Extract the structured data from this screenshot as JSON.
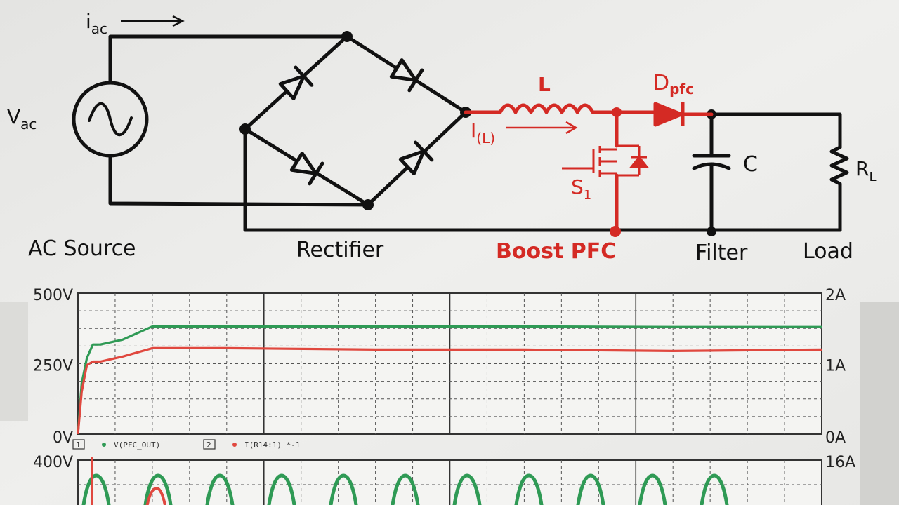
{
  "colors": {
    "wire": "#111111",
    "boost": "#d42a24",
    "green_trace": "#2f9a55",
    "red_trace": "#e0483f",
    "grid": "#333333",
    "paper": "#ececea",
    "plot_bg": "#f4f4f2"
  },
  "circuit": {
    "labels": {
      "iac": "i",
      "iac_sub": "ac",
      "vac": "V",
      "vac_sub": "ac",
      "inductor": "L",
      "diode": "D",
      "diode_sub": "pfc",
      "current": "I",
      "current_sub": "(L)",
      "capacitor": "C",
      "load": "R",
      "load_sub": "L",
      "switch": "S",
      "switch_sub": "1"
    },
    "sections": {
      "ac_source": "AC Source",
      "rectifier": "Rectifier",
      "boost_pfc": "Boost PFC",
      "filter": "Filter",
      "load": "Load"
    }
  },
  "chart_data": [
    {
      "type": "line",
      "title": "",
      "ylabel_left_ticks": [
        "500V",
        "250V",
        "0V"
      ],
      "ylabel_right_ticks": [
        "2A",
        "1A",
        "0A"
      ],
      "ylim_left": [
        0,
        500
      ],
      "ylim_right": [
        0,
        2
      ],
      "grid": true,
      "legend": [
        {
          "index": "1",
          "name": "V(PFC_OUT)",
          "color": "#2f9a55"
        },
        {
          "index": "2",
          "name": "I(R14:1) *-1",
          "color": "#e0483f"
        }
      ],
      "series": [
        {
          "name": "V(PFC_OUT)",
          "axis": "left",
          "x": [
            0,
            0.005,
            0.012,
            0.02,
            0.03,
            0.06,
            0.1,
            0.2,
            0.4,
            0.6,
            0.8,
            1.0
          ],
          "values": [
            0,
            180,
            270,
            318,
            318,
            335,
            382,
            382,
            382,
            382,
            380,
            380
          ]
        },
        {
          "name": "I(R14:1) *-1",
          "axis": "right",
          "x": [
            0,
            0.005,
            0.012,
            0.02,
            0.03,
            0.06,
            0.1,
            0.2,
            0.4,
            0.6,
            0.8,
            1.0
          ],
          "values": [
            0,
            0.6,
            0.98,
            1.03,
            1.03,
            1.1,
            1.22,
            1.22,
            1.2,
            1.2,
            1.18,
            1.2
          ]
        }
      ]
    },
    {
      "type": "line",
      "title": "",
      "ylabel_left_ticks": [
        "400V"
      ],
      "ylabel_right_ticks": [
        "16A"
      ],
      "ylim_left": [
        0,
        400
      ],
      "ylim_right": [
        0,
        16
      ],
      "grid": true,
      "series": [
        {
          "name": "green",
          "axis": "left",
          "peaks": 11
        },
        {
          "name": "red",
          "axis": "right",
          "peaks": 2
        }
      ]
    }
  ]
}
